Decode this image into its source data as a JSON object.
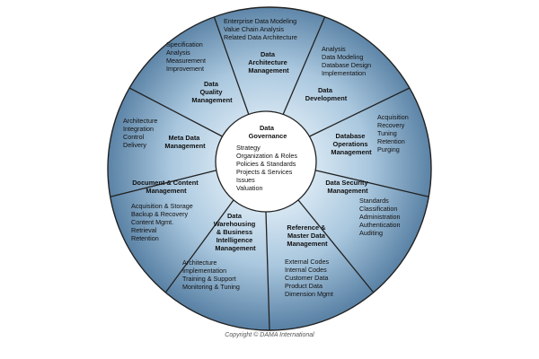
{
  "center": {
    "title": [
      "Data",
      "Governance"
    ],
    "items": [
      "Strategy",
      "Organization & Roles",
      "Policies & Standards",
      "Projects & Services",
      "Issues",
      "Valuation"
    ]
  },
  "segments": [
    {
      "key": "data-architecture",
      "title": [
        "Data",
        "Architecture",
        "Management"
      ],
      "items": [
        "Enterprise Data Modeling",
        "Value Chain Analysis",
        "Related Data Architecture"
      ]
    },
    {
      "key": "data-development",
      "title": [
        "Data",
        "Development"
      ],
      "items": [
        "Analysis",
        "Data Modeling",
        "Database Design",
        "Implementation"
      ]
    },
    {
      "key": "database-operations",
      "title": [
        "Database",
        "Operations",
        "Management"
      ],
      "items": [
        "Acquisition",
        "Recovery",
        "Tuning",
        "Retention",
        "Purging"
      ]
    },
    {
      "key": "data-security",
      "title": [
        "Data Security",
        "Management"
      ],
      "items": [
        "Standards",
        "Classification",
        "Administration",
        "Authentication",
        "Auditing"
      ]
    },
    {
      "key": "reference-master-data",
      "title": [
        "Reference &",
        "Master Data",
        "Management"
      ],
      "items": [
        "External Codes",
        "Internal Codes",
        "Customer Data",
        "Product Data",
        "Dimension Mgmt"
      ]
    },
    {
      "key": "data-warehousing-bi",
      "title": [
        "Data",
        "Warehousing",
        "& Business",
        "Intelligence",
        "Management"
      ],
      "items": [
        "Architecture",
        "Implementation",
        "Training & Support",
        "Monitoring & Tuning"
      ]
    },
    {
      "key": "document-content",
      "title": [
        "Document & Content",
        "Management"
      ],
      "items": [
        "Acquisition & Storage",
        "Backup & Recovery",
        "Content Mgmt.",
        "Retrieval",
        "Retention"
      ]
    },
    {
      "key": "meta-data",
      "title": [
        "Meta Data",
        "Management"
      ],
      "items": [
        "Architecture",
        "Integration",
        "Control",
        "Delivery"
      ]
    },
    {
      "key": "data-quality",
      "title": [
        "Data",
        "Quality",
        "Management"
      ],
      "items": [
        "Specification",
        "Analysis",
        "Measurement",
        "Improvement"
      ]
    }
  ],
  "copyright": "Copyright © DAMA International",
  "colors": {
    "outer_edge": "#5b83a6",
    "outer_mid": "#9dbdd6",
    "center_light": "#d6e6f2",
    "hub": "#ffffff",
    "line": "#222222"
  }
}
